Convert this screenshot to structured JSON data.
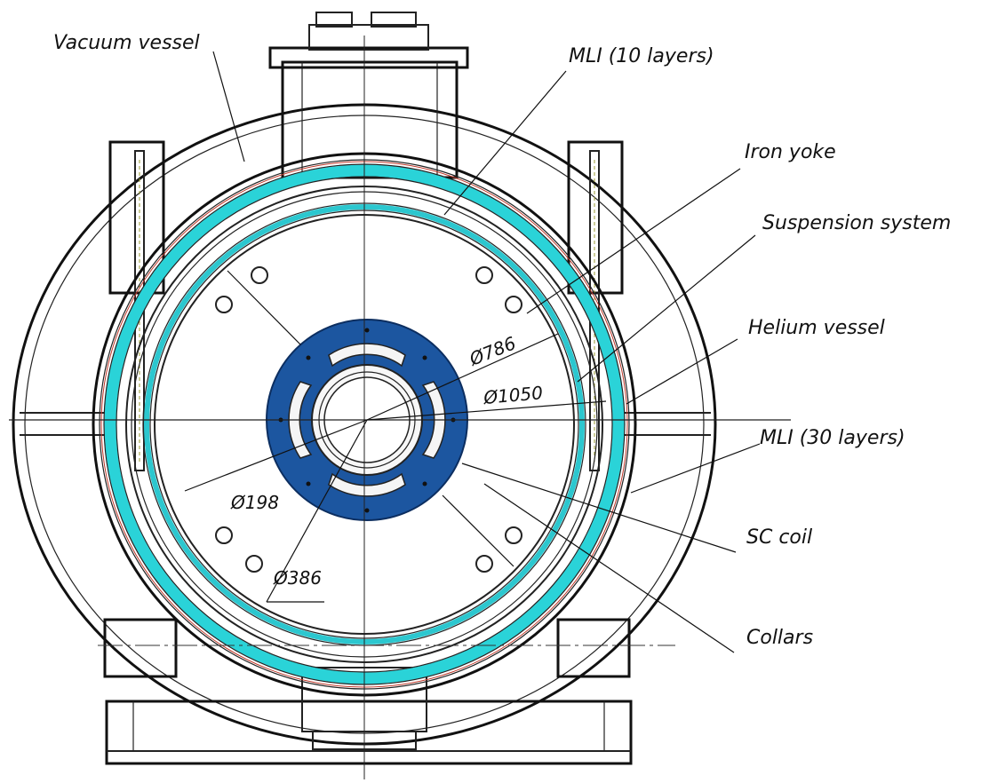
{
  "labels": {
    "vacuum_vessel": "Vacuum vessel",
    "mli_10": "MLI (10 layers)",
    "iron_yoke": "Iron yoke",
    "suspension": "Suspension system",
    "helium_vessel": "Helium vessel",
    "mli_30": "MLI (30 layers)",
    "sc_coil": "SC coil",
    "collars": "Collars"
  },
  "dimensions": {
    "d786": "Ø786",
    "d1050": "Ø1050",
    "d198": "Ø198",
    "d386": "Ø386"
  },
  "colors": {
    "yoke_blue": "#1c56a0",
    "mli_cyan": "#2ad3d8",
    "mli_thin_cyan": "#2cc7cf",
    "thermal_red": "#c0392b"
  }
}
